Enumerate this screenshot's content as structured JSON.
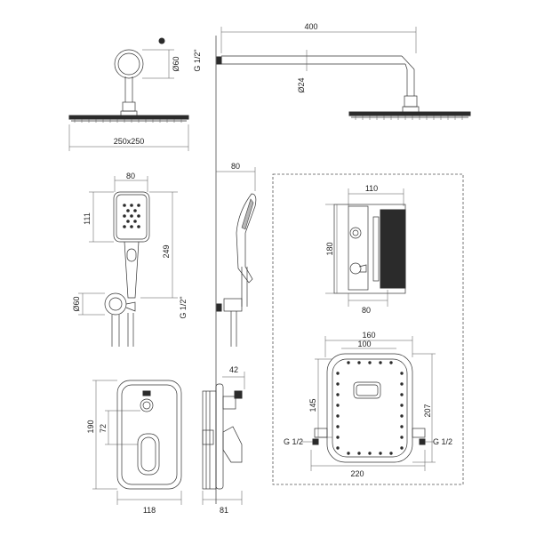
{
  "dimensions": {
    "arm_length": "400",
    "arm_diameter": "Ø24",
    "flange_diameter": "Ø60",
    "thread_top": "G 1/2\"",
    "head_size": "250x250",
    "handshower_width": "80",
    "handshower_head_height": "111",
    "handshower_height": "249",
    "holder_diameter": "Ø60",
    "thread_mid": "G 1/2\"",
    "holder_depth": "80",
    "box_width": "110",
    "box_height": "180",
    "box_depth": "80",
    "frame_outer_width": "160",
    "frame_inner_width": "100",
    "frame_inner_height": "145",
    "frame_outer_height": "207",
    "frame_base_width": "220",
    "frame_thread_left": "G 1/2",
    "frame_thread_right": "G 1/2",
    "plate_height": "190",
    "plate_inner_height": "72",
    "plate_width": "118",
    "plate_depth_side": "42",
    "plate_depth_bottom": "81"
  },
  "colors": {
    "line": "#333333",
    "fill_dark": "#2b2b2b",
    "fill_grey": "#b5b5b5",
    "background": "#ffffff"
  }
}
